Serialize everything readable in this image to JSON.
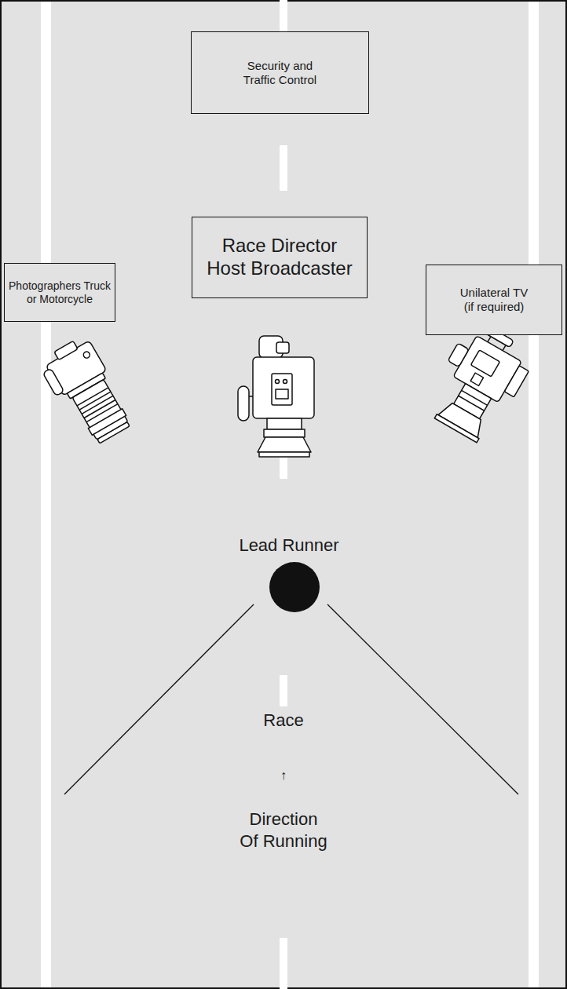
{
  "diagram": {
    "nodes": [
      {
        "text": [
          "Security and Traffic Control"
        ]
      },
      {
        "text": [
          "Race Director",
          "Host Broadcaster"
        ]
      },
      {
        "text": [
          "Photographers Truck or Motorcycle"
        ]
      },
      {
        "text": [
          "Unilateral TV (if required)"
        ]
      },
      {
        "text": [
          "Lead Runner"
        ]
      }
    ],
    "labels": [
      "Race",
      "↑",
      "Direction Of Running"
    ]
  }
}
